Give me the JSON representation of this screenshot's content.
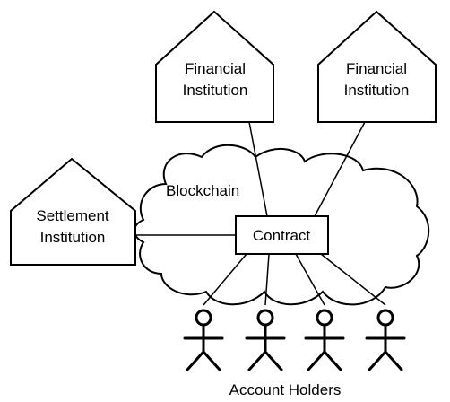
{
  "nodes": {
    "financial_institution_1": {
      "line1": "Financial",
      "line2": "Institution"
    },
    "financial_institution_2": {
      "line1": "Financial",
      "line2": "Institution"
    },
    "settlement_institution": {
      "line1": "Settlement",
      "line2": "Institution"
    },
    "blockchain": {
      "label": "Blockchain"
    },
    "contract": {
      "label": "Contract"
    },
    "account_holders": {
      "label": "Account Holders"
    }
  }
}
